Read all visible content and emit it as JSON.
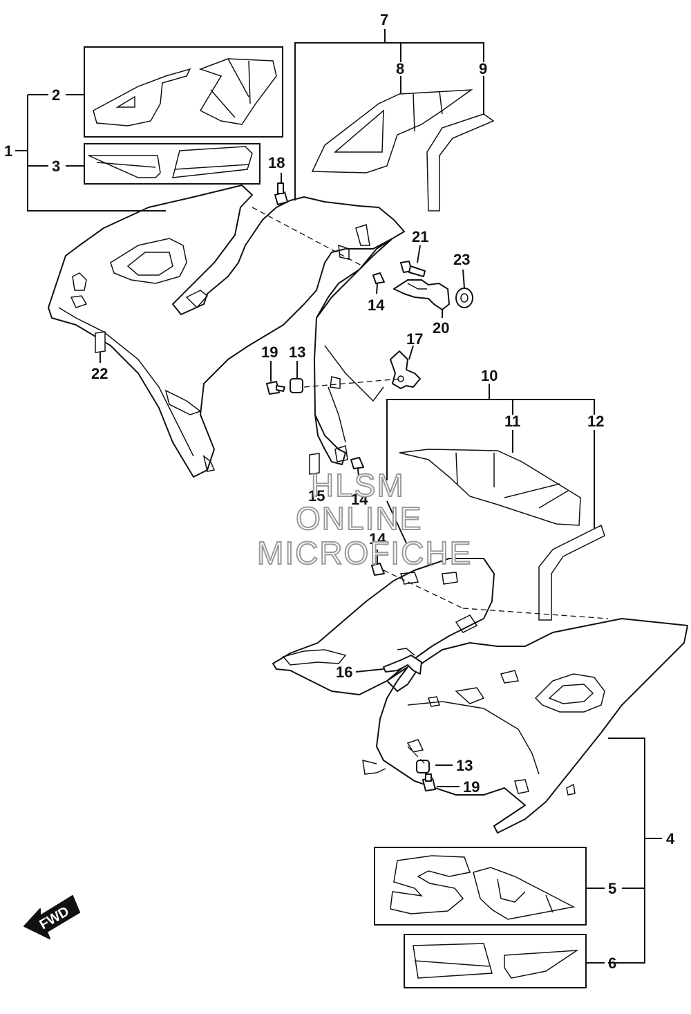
{
  "callouts": {
    "c1": "1",
    "c2": "2",
    "c3": "3",
    "c4": "4",
    "c5": "5",
    "c6": "6",
    "c7": "7",
    "c8": "8",
    "c9": "9",
    "c10": "10",
    "c11": "11",
    "c12": "12",
    "c13a": "13",
    "c13b": "13",
    "c14a": "14",
    "c14b": "14",
    "c14c": "14",
    "c15": "15",
    "c16": "16",
    "c17": "17",
    "c18": "18",
    "c19a": "19",
    "c19b": "19",
    "c20": "20",
    "c21": "21",
    "c22": "22",
    "c23": "23"
  },
  "watermark": {
    "line1": "HLSM",
    "line2": "ONLINE",
    "line3": "MICROFICHE"
  },
  "fwd_arrow": {
    "label": "FWD"
  }
}
